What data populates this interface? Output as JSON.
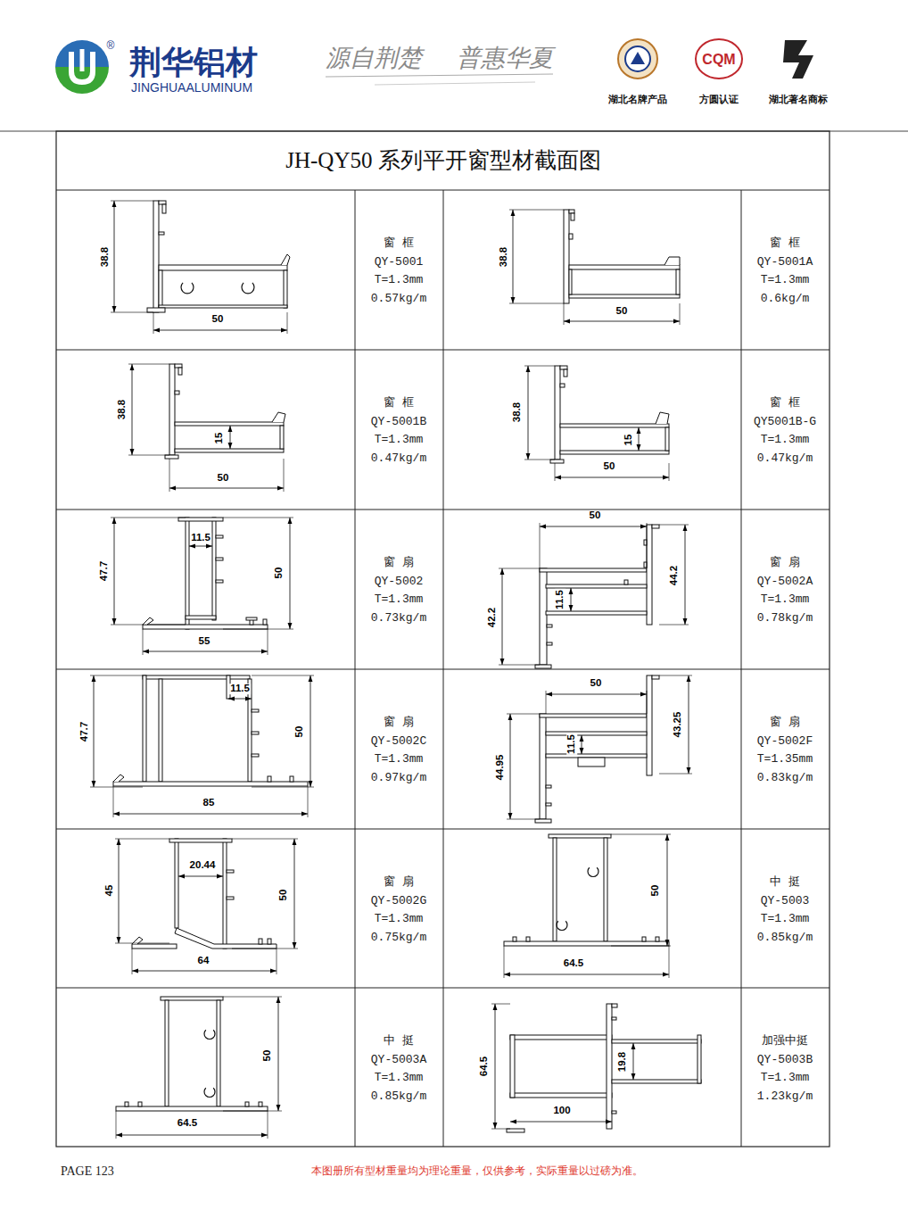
{
  "diagram": {
    "title": "JH-QY50 系列平开窗型材截面图",
    "labels": [
      "®",
      "荆华铝材",
      "JINGHUAALUMINUM",
      "源自荆楚",
      "普惠华夏",
      "CQM",
      "湖北名牌产品",
      "方圆认证",
      "湖北著名商标",
      "38.8",
      "50",
      "窗 框",
      "QY-5001",
      "T=1.3mm",
      "0.57kg/m",
      "38.8",
      "50",
      "窗 框",
      "QY-5001A",
      "T=1.3mm",
      "0.6kg/m",
      "38.8",
      "15",
      "50",
      "窗 框",
      "QY-5001B",
      "T=1.3mm",
      "0.47kg/m",
      "38.8",
      "15",
      "50",
      "窗 框",
      "QY5001B-G",
      "T=1.3mm",
      "0.47kg/m",
      "47.7",
      "11.5",
      "50",
      "55",
      "窗 扇",
      "QY-5002",
      "T=1.3mm",
      "0.73kg/m",
      "50",
      "11.5",
      "44.2",
      "42.2",
      "窗 扇",
      "QY-5002A",
      "T=1.3mm",
      "0.78kg/m",
      "47.7",
      "11.5",
      "50",
      "85",
      "窗 扇",
      "QY-5002C",
      "T=1.3mm",
      "0.97kg/m",
      "50",
      "11.5",
      "43.25",
      "44.95",
      "窗 扇",
      "QY-5002F",
      "T=1.35mm",
      "0.83kg/m",
      "45",
      "20.44",
      "50",
      "64",
      "窗 扇",
      "QY-5002G",
      "T=1.3mm",
      "0.75kg/m",
      "50",
      "64.5",
      "中 挺",
      "QY-5003",
      "T=1.3mm",
      "0.85kg/m",
      "50",
      "64.5",
      "中 挺",
      "QY-5003A",
      "T=1.3mm",
      "0.85kg/m",
      "64.5",
      "19.8",
      "100",
      "加强中挺",
      "QY-5003B",
      "T=1.3mm",
      "1.23kg/m",
      "PAGE 123",
      "本图册所有型材重量均为理论重量，仅供参考，实际重量以过磅为准。"
    ]
  }
}
